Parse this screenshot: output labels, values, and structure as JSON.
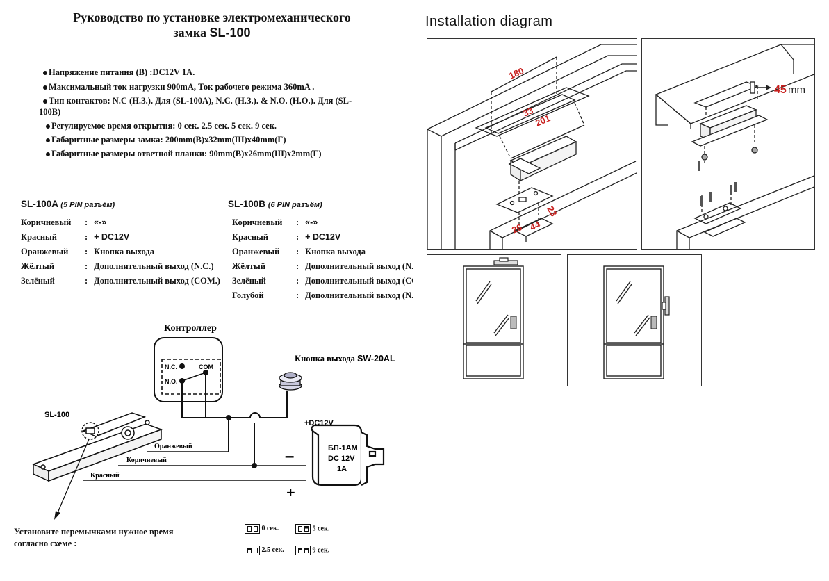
{
  "title": {
    "line1": "Руководство по установке электромеханического",
    "line2_prefix": "замка ",
    "line2_model": "SL-100"
  },
  "specs": [
    "Напряжение питания (В) :DC12V 1A.",
    "Максимальный ток нагрузки  900mA,  Ток рабочего режима 360mA .",
    "Тип контактов: N.C (Н.З.). Для (SL-100A), N.C. (Н.З.). & N.O. (Н.О.). Для (SL-",
    "100B)",
    "Регулируемое время открытия: 0 сек. 2.5 сек. 5 сек. 9 сек.",
    "Габаритные размеры замка: 200mm(В)x32mm(Ш)x40mm(Г)",
    "Габаритные размеры ответной планки: 90mm(В)x26mm(Ш)x2mm(Г)"
  ],
  "model_a": {
    "name": "SL-100A",
    "pins": "5 PIN разъём",
    "rows": [
      {
        "color": "Коричневый",
        "sep": ":",
        "value": "«-»"
      },
      {
        "color": "Красный",
        "sep": ":",
        "value": "+ DC12V"
      },
      {
        "color": "Оранжевый",
        "sep": ":",
        "value": "Кнопка выхода"
      },
      {
        "color": "Жёлтый",
        "sep": ":",
        "value": "Дополнительный выход (N.C.)"
      },
      {
        "color": "Зелёный",
        "sep": ":",
        "value": "Дополнительный выход (COM.)"
      }
    ]
  },
  "model_b": {
    "name": "SL-100B",
    "pins": "6 PIN разъём",
    "rows": [
      {
        "color": "Коричневый",
        "sep": ":",
        "value": "«-»"
      },
      {
        "color": "Красный",
        "sep": ":",
        "value": "+ DC12V"
      },
      {
        "color": "Оранжевый",
        "sep": ":",
        "value": "Кнопка выхода"
      },
      {
        "color": "Жёлтый",
        "sep": ":",
        "value": "Дополнительный выход (N.C.)"
      },
      {
        "color": "Зелёный",
        "sep": ":",
        "value": "Дополнительный выход (COM.)"
      },
      {
        "color": "Голубой",
        "sep": ":",
        "value": "Дополнительный выход (N.O.)"
      }
    ]
  },
  "wiring": {
    "controller": "Контроллер",
    "nc": "N.C.",
    "no": "N.O.",
    "com": "COM",
    "exit_button": "Кнопка выхода",
    "exit_button_model": "SW-20AL",
    "lock": "SL-100",
    "wire_orange": "Оранжевый",
    "wire_brown": "Коричневый",
    "wire_red": "Красный",
    "psu_label": "+DC12V",
    "minus": "–",
    "plus": "+",
    "psu_line1": "БП-1АМ",
    "psu_line2": "DC 12V",
    "psu_line3": "1A"
  },
  "jumper": {
    "caption_line1": "Установите перемычками нужное время",
    "caption_line2": "согласно схеме :",
    "options": [
      "0 сек.",
      "5 сек.",
      "2.5 сек.",
      "9 сек."
    ]
  },
  "installation": {
    "title": "Installation diagram",
    "dim_180": "180",
    "dim_33": "33",
    "dim_201": "201",
    "dim_23": "23",
    "dim_26": "26",
    "dim_44": "44",
    "dim_45": "45",
    "dim_mm": "mm"
  },
  "colors": {
    "dimension_red": "#c8201e",
    "line": "#222222"
  }
}
